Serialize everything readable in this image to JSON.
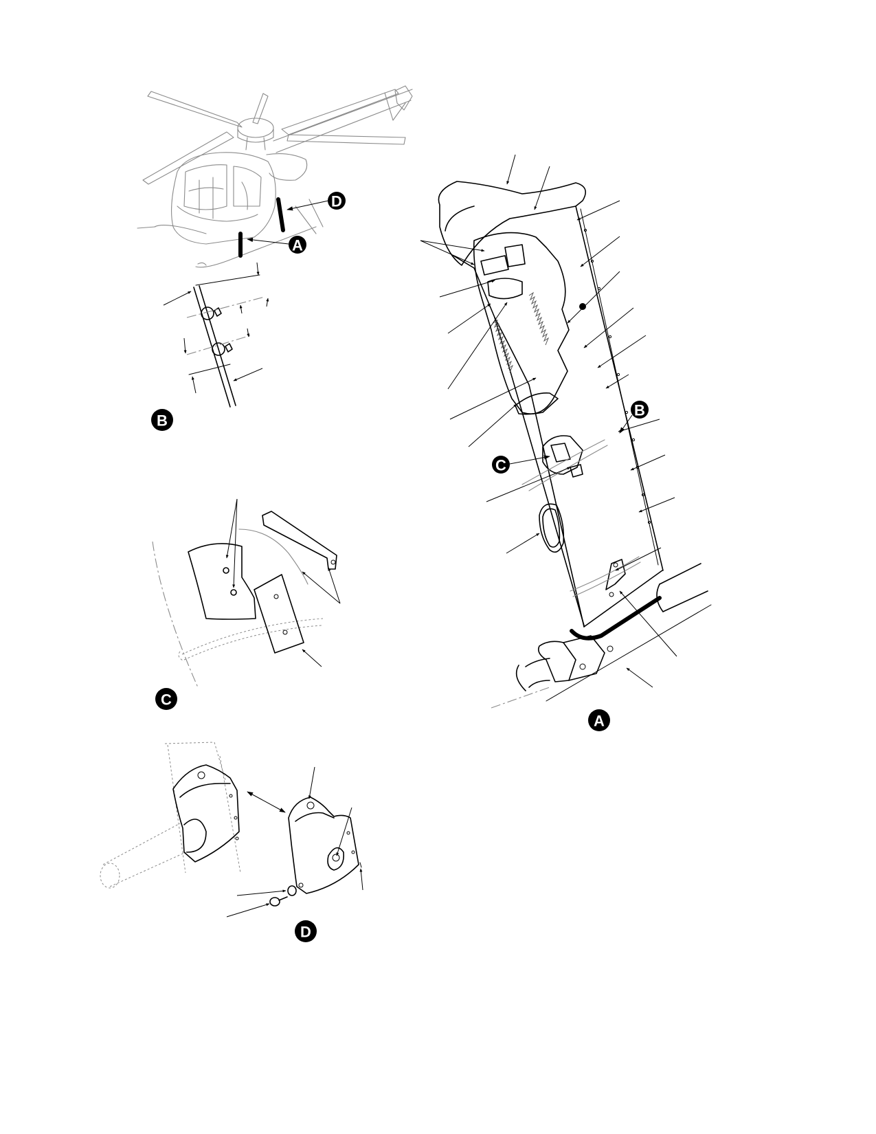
{
  "figure": {
    "views": [
      {
        "id": "A",
        "label": "A"
      },
      {
        "id": "B",
        "label": "B"
      },
      {
        "id": "C",
        "label": "C"
      },
      {
        "id": "D",
        "label": "D"
      }
    ],
    "callout_labels": {
      "to_view_a": "A",
      "to_view_b": "B",
      "to_view_c": "C",
      "to_view_d": "D"
    }
  }
}
